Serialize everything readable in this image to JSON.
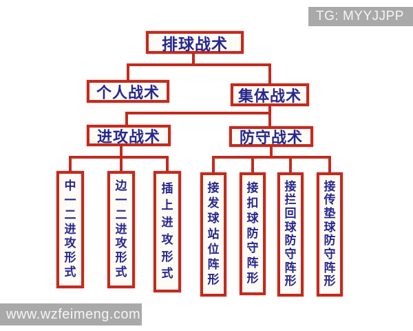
{
  "watermark_top": {
    "text": "TG: MYYJJPP"
  },
  "watermark_bottom": {
    "text": "www.wzfeimeng.com"
  },
  "colors": {
    "box_border": "#c22b1e",
    "box_text": "#26268e",
    "box_bg": "#fdfbf5",
    "connector": "#c22b1e",
    "watermark_bg": "#a9a9a9",
    "watermark_text": "#f5f5f5",
    "page_bg": "#ffffff"
  },
  "tree": {
    "root": {
      "label": "排球战术"
    },
    "level2": [
      {
        "label": "个人战术"
      },
      {
        "label": "集体战术"
      }
    ],
    "level3": [
      {
        "label": "进攻战术"
      },
      {
        "label": "防守战术"
      }
    ],
    "leaves": [
      {
        "label": "中一二进攻形式"
      },
      {
        "label": "边一二进攻形式"
      },
      {
        "label": "插上进攻形式"
      },
      {
        "label": "接发球站位阵形"
      },
      {
        "label": "接扣球防守阵形"
      },
      {
        "label": "接拦回球防守阵形"
      },
      {
        "label": "接传垫球防守阵形"
      }
    ]
  }
}
